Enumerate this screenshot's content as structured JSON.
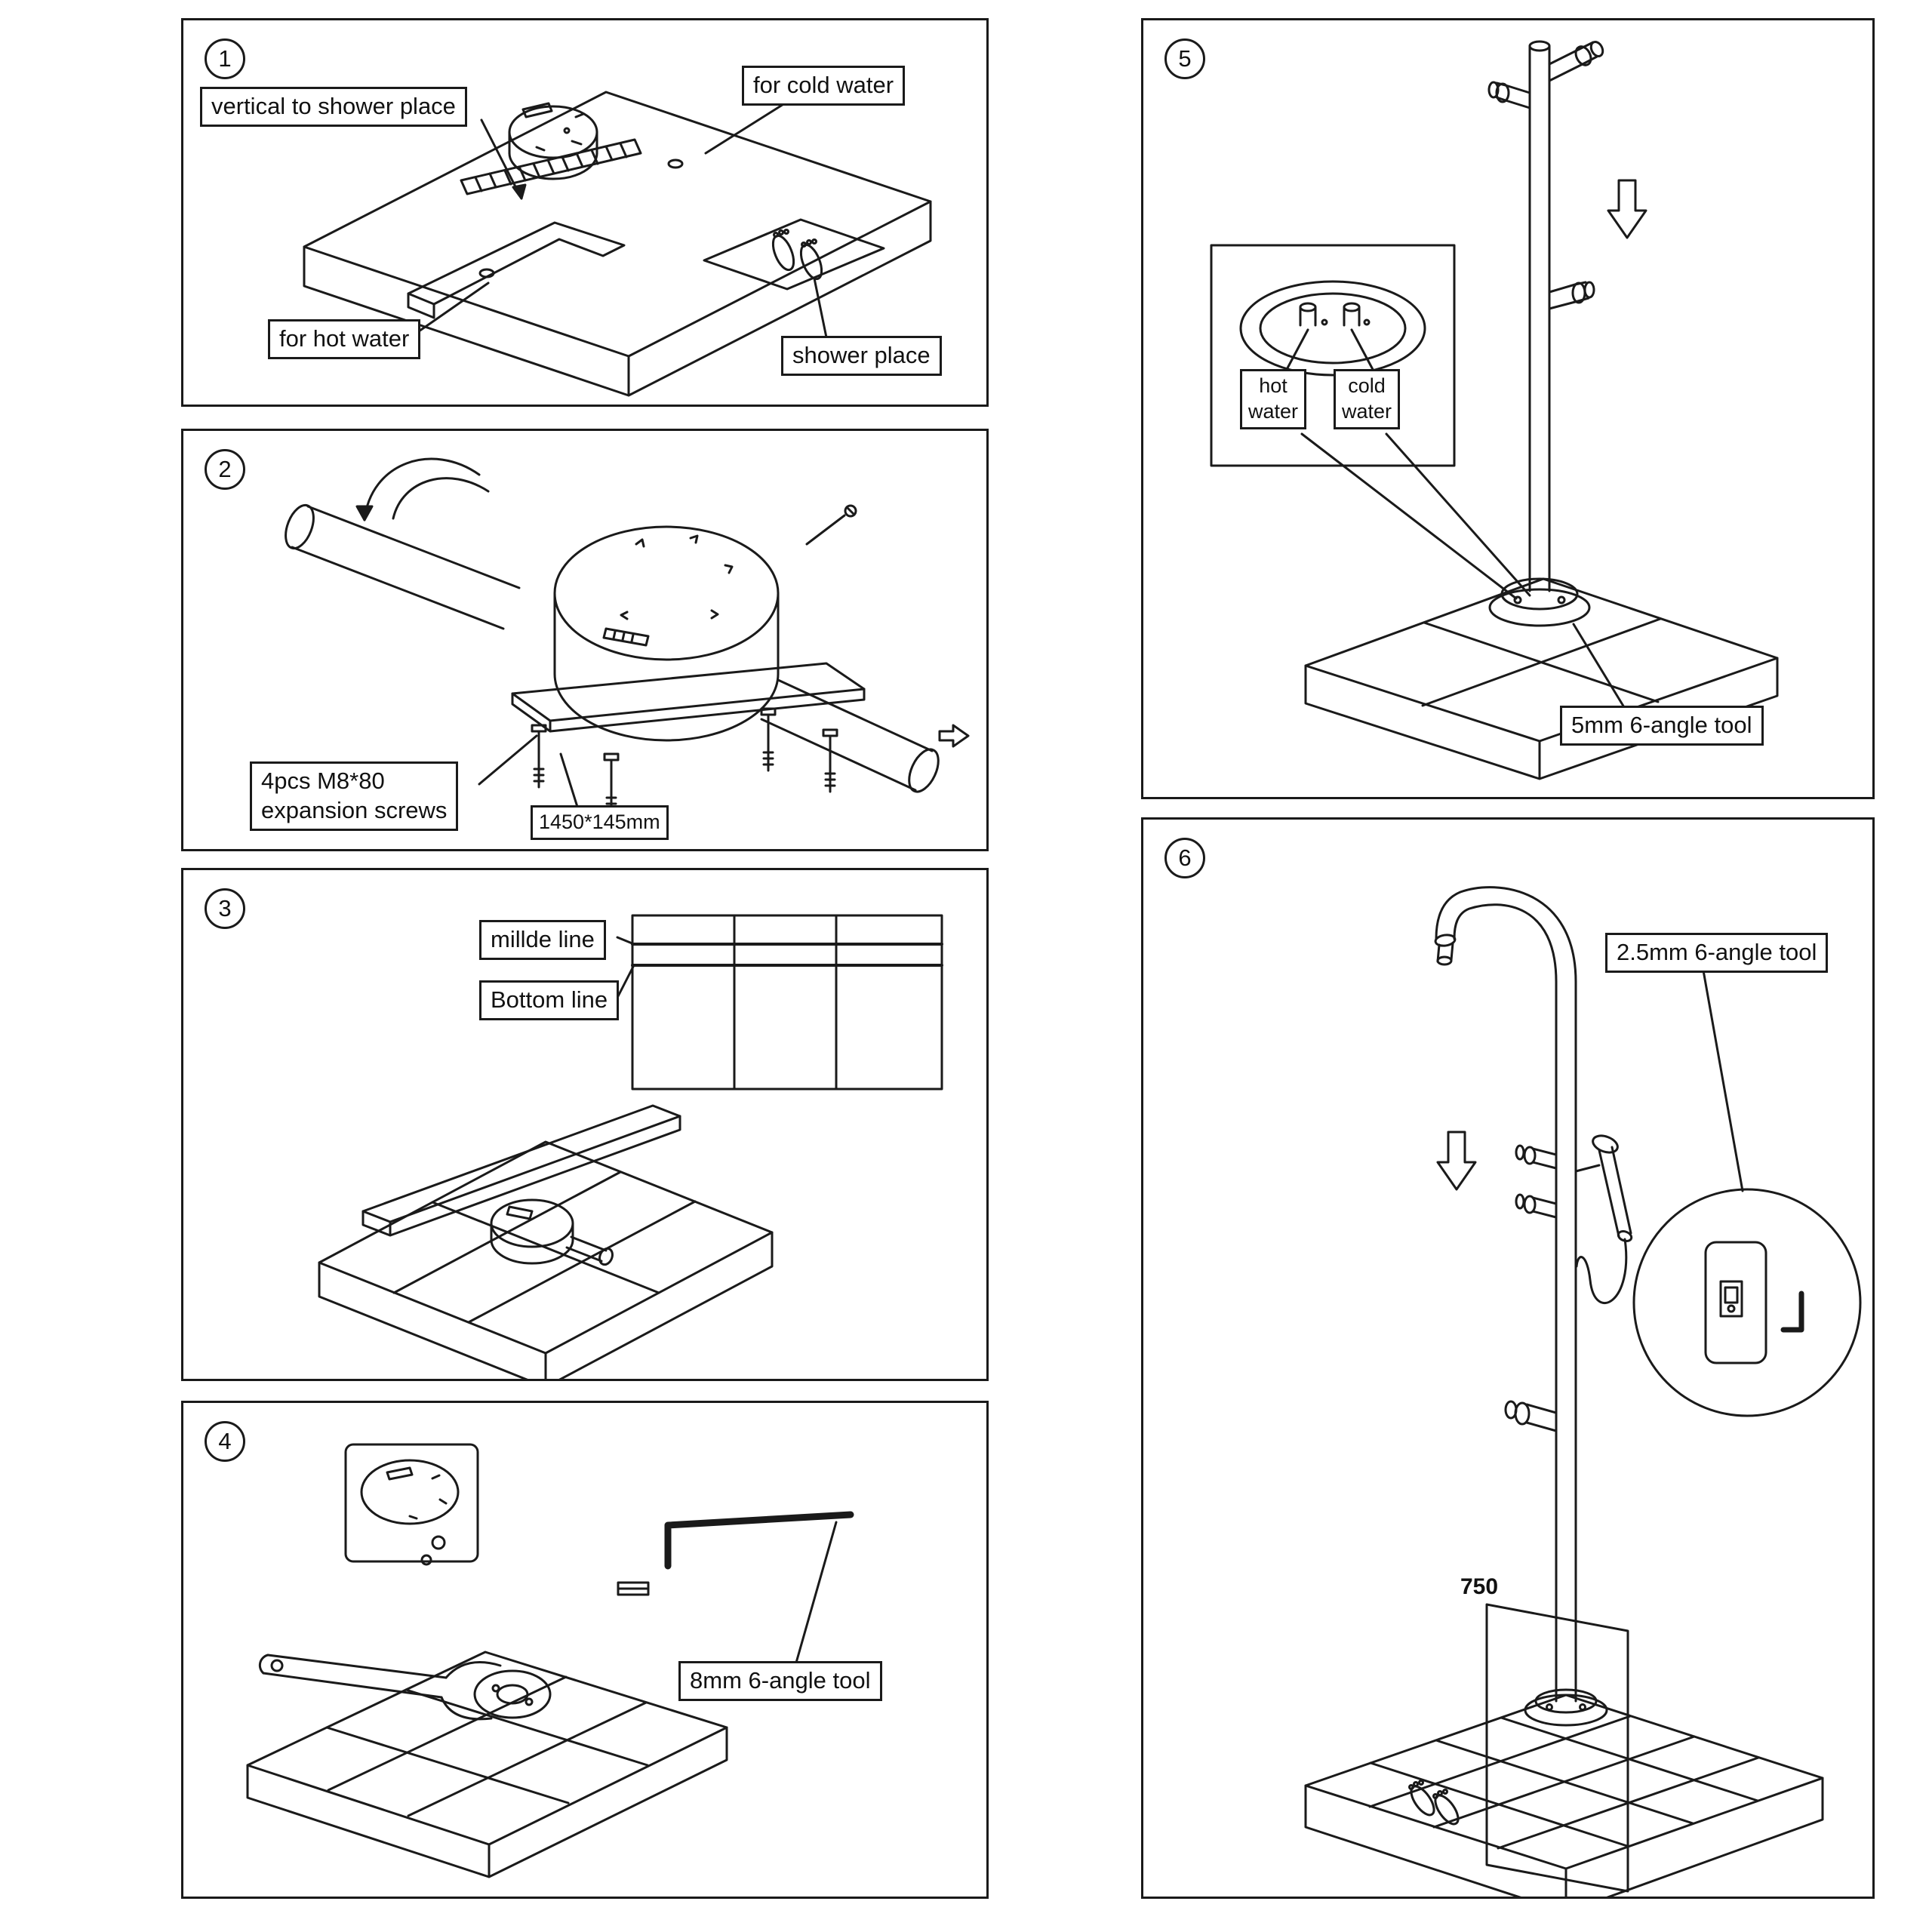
{
  "doc": {
    "background": "#ffffff",
    "line_color": "#1a1a1a"
  },
  "panels": [
    {
      "number": "1",
      "labels": {
        "vertical": "vertical to shower place",
        "cold": "for cold water",
        "hot": "for hot water",
        "shower": "shower place"
      }
    },
    {
      "number": "2",
      "labels": {
        "screws1": "4pcs M8*80",
        "screws2": "expansion screws",
        "dim": "1450*145mm"
      }
    },
    {
      "number": "3",
      "labels": {
        "middle": "millde line",
        "bottom": "Bottom line"
      }
    },
    {
      "number": "4",
      "labels": {
        "tool": "8mm 6-angle tool"
      }
    },
    {
      "number": "5",
      "labels": {
        "hot1": "hot",
        "hot2": "water",
        "cold1": "cold",
        "cold2": "water",
        "tool": "5mm 6-angle tool"
      }
    },
    {
      "number": "6",
      "labels": {
        "tool": "2.5mm 6-angle tool",
        "dim": "750"
      }
    }
  ]
}
